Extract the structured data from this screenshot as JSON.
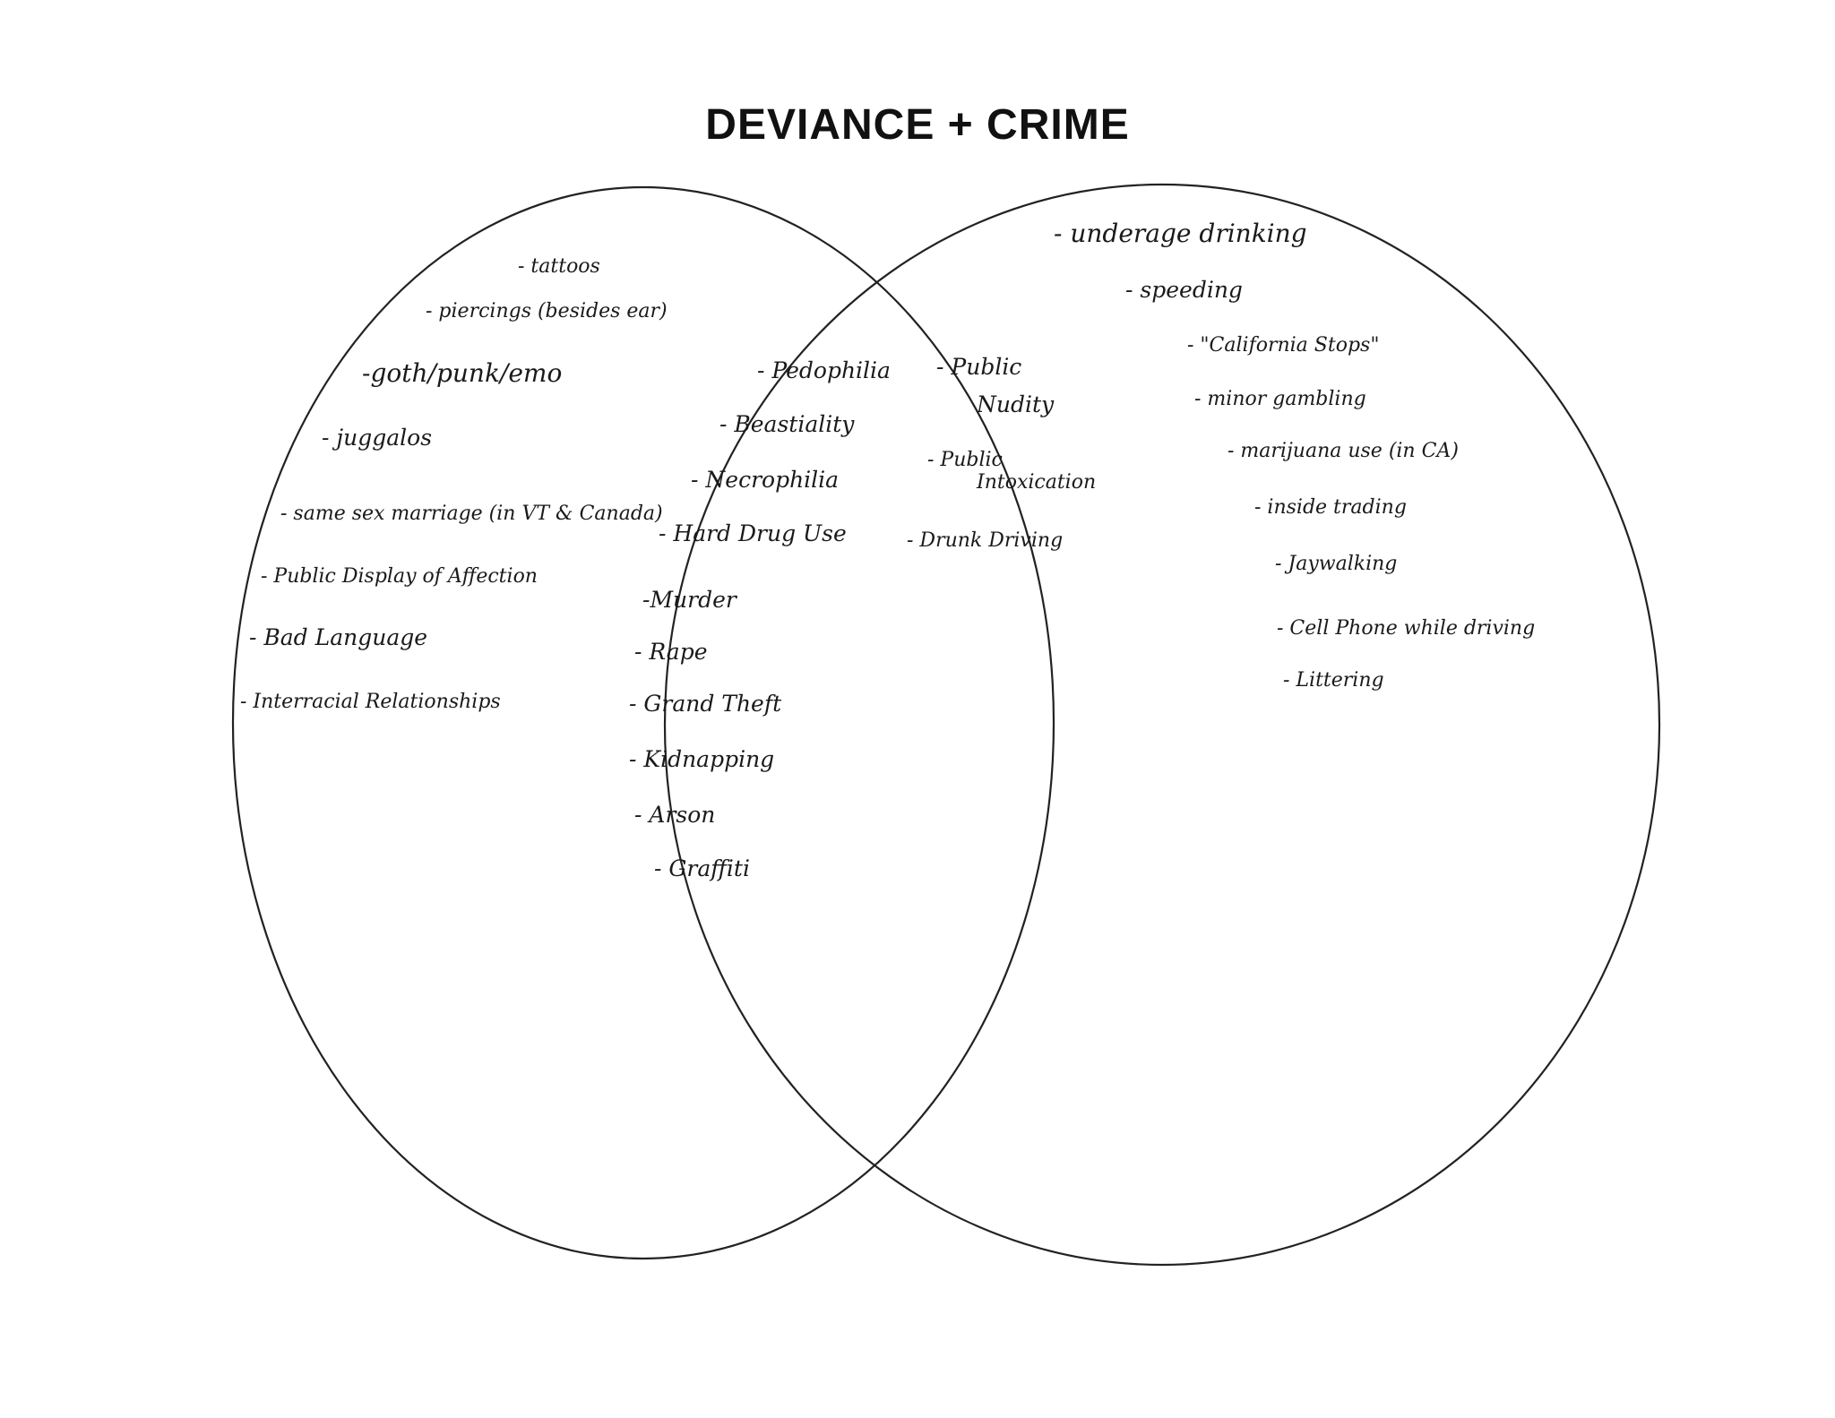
{
  "title": "DEVIANCE + CRIME",
  "deviance_only": [
    "- tattoos",
    "- piercings (besides ear)",
    "-goth/punk/emo",
    "- juggalos",
    "- same sex marriage (in VT & Canada)",
    "- Public Display of Affection",
    "- Bad Language",
    "- Interracial Relationships"
  ],
  "both": [
    "- Pedophilia",
    "- Beastiality",
    "- Necrophilia",
    "- Hard Drug Use",
    "-Murder",
    "- Rape",
    "- Grand Theft",
    "- Kidnapping",
    "- Arson",
    "- Graffiti",
    "- Public",
    "Nudity",
    "- Public",
    "Intoxication",
    "- Drunk Driving"
  ],
  "crime_only": [
    "- underage drinking",
    "- speeding",
    "- \"California Stops\"",
    "- minor gambling",
    "- marijuana use (in CA)",
    "- inside trading",
    "- Jaywalking",
    "- Cell Phone while driving",
    "- Littering"
  ],
  "colors": {
    "ink": "#1a1a1a",
    "circle_stroke": "#222222",
    "background": "#ffffff"
  }
}
